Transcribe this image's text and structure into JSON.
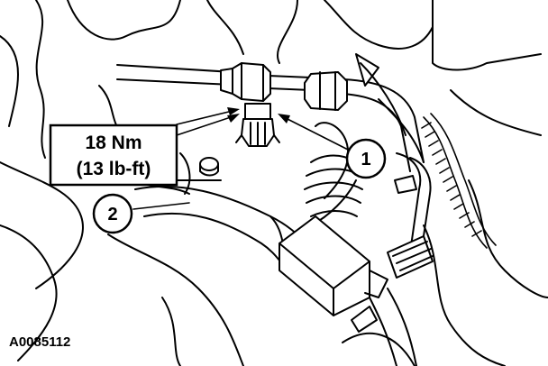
{
  "torque_label": {
    "line1": "18 Nm",
    "line2": "(13 lb-ft)"
  },
  "callouts": [
    "1",
    "2"
  ],
  "figure_id": "A0085112",
  "colors": {
    "line": "#000000",
    "background": "#ffffff"
  }
}
